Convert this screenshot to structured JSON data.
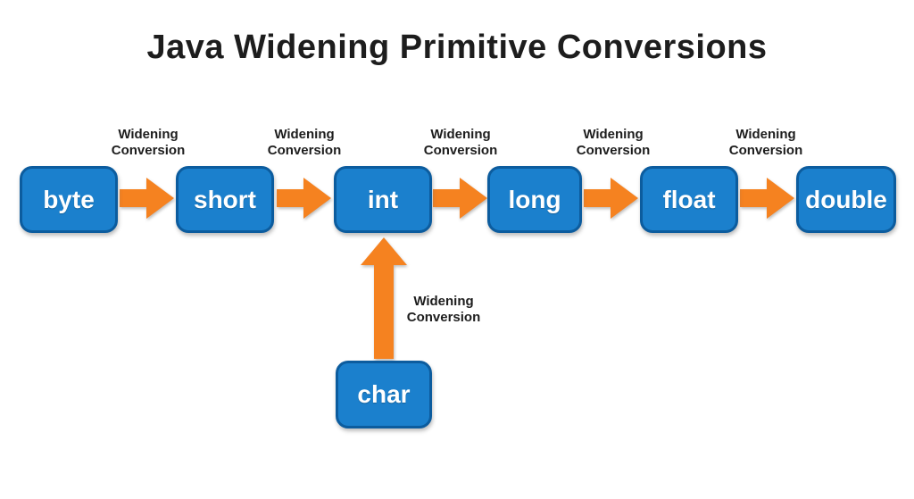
{
  "title": "Java Widening Primitive Conversions",
  "nodes": [
    {
      "id": "byte",
      "label": "byte"
    },
    {
      "id": "short",
      "label": "short"
    },
    {
      "id": "int",
      "label": "int"
    },
    {
      "id": "long",
      "label": "long"
    },
    {
      "id": "float",
      "label": "float"
    },
    {
      "id": "double",
      "label": "double"
    },
    {
      "id": "char",
      "label": "char"
    }
  ],
  "arrow_label": {
    "line1": "Widening",
    "line2": "Conversion"
  },
  "edges": [
    {
      "from": "byte",
      "to": "short",
      "label": "Widening Conversion"
    },
    {
      "from": "short",
      "to": "int",
      "label": "Widening Conversion"
    },
    {
      "from": "int",
      "to": "long",
      "label": "Widening Conversion"
    },
    {
      "from": "long",
      "to": "float",
      "label": "Widening Conversion"
    },
    {
      "from": "float",
      "to": "double",
      "label": "Widening Conversion"
    },
    {
      "from": "char",
      "to": "int",
      "label": "Widening Conversion"
    }
  ],
  "colors": {
    "box_fill": "#1b80cd",
    "box_border": "#0c5c9e",
    "arrow": "#f58220",
    "box_text": "#ffffff",
    "label_text": "#1d1d1d",
    "bg": "#ffffff"
  }
}
